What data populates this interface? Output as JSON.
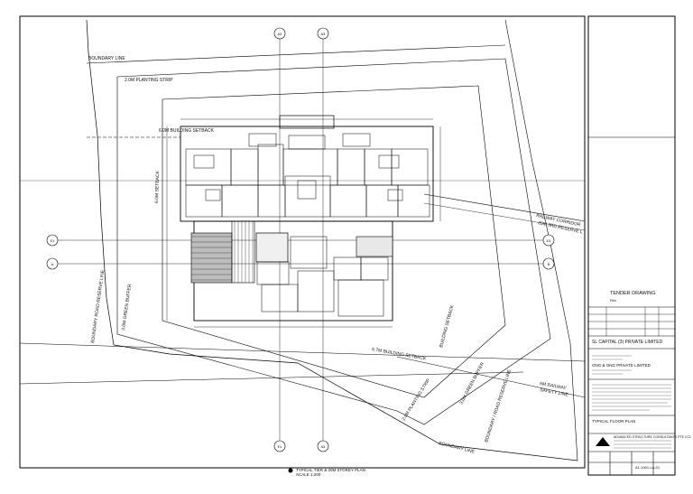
{
  "drawing": {
    "labels": {
      "boundary_line_top": "BOUNDARY LINE",
      "planting_strip_top": "2.0M PLANTING STRIP",
      "building_setback_top": "6.0M BUILDING SETBACK",
      "railway_corridor": "RAILWAY CORRIDOR",
      "railway_reserve": "20M 3RD RESERVE L",
      "boundary_road_left": "BOUNDARY ROAD RESERVE LINE",
      "green_buffer_left": "3.0M GREEN BUFFER",
      "building_setback_right": "BUILDING SETBACK",
      "building_setback_bottom": "6.7M BUILDING SETBACK",
      "planting_strip_bottom": "2.0M PLANTING STRIP",
      "green_buffer_bottom": "3.0M GREEN BUFFER",
      "boundary_road_bottom": "BOUNDARY / ROAD RESERVE LINE",
      "boundary_line_bottom": "BOUNDARY LINE",
      "railway_safety_1": "6M RAILWAY",
      "railway_safety_2": "SAFETY LINE",
      "setback_left": "6.0M SETBACK"
    },
    "grid_bubbles": {
      "top_a": "A2",
      "top_b": "A3",
      "left_a": "E1",
      "left_b": "A",
      "right_a": "E4",
      "right_b": "B",
      "bottom_a": "E1",
      "bottom_b": "A3"
    },
    "caption_line1": "TYPICAL TIER & 20M STOREY PLAN",
    "caption_line2": "SCALE 1:200"
  },
  "title_block": {
    "drawing_title": "TENDER DRAWING",
    "drawing_sub": "Rev",
    "client": "SL CAPITAL (3) PRIVATE LIMITED",
    "architect": "ONG & ONG PRIVATE LIMITED",
    "drawing_name": "TYPICAL FLOOR PLAN",
    "consultant": "ADVANCED STRUCTURE CONSULTANTS PTE LTD",
    "drawing_no": "A1-1001-LA-01"
  }
}
